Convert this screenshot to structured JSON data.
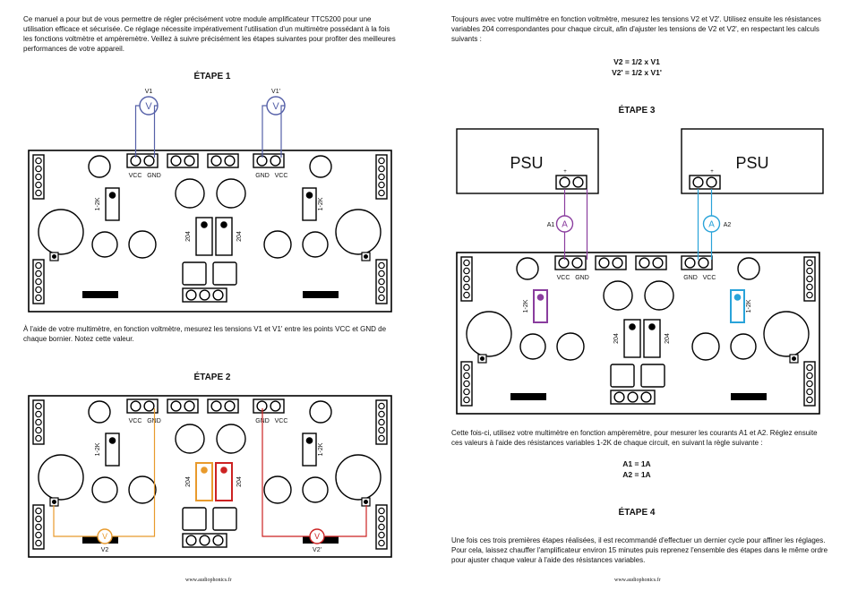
{
  "left": {
    "intro": "Ce manuel a pour but de vous permettre de régler précisément votre module amplificateur TTC5200 pour une utilisation efficace et sécurisée. Ce réglage nécessite impérativement l'utilisation d'un multimètre possédant à la fois les fonctions voltmètre et ampèremètre. Veillez à suivre précisément les étapes suivantes pour profiter des meilleures performances de votre appareil.",
    "step1_title": "ÉTAPE 1",
    "step1_text": "À l'aide de votre multimètre, en fonction voltmètre, mesurez les tensions V1 et V1' entre les points VCC et GND de chaque bornier. Notez cette valeur.",
    "step2_title": "ÉTAPE 2",
    "footer": "www.audiophonics.fr"
  },
  "right": {
    "intro": "Toujours avec votre multimètre en fonction voltmètre, mesurez les tensions V2 et V2'. Utilisez ensuite les résistances variables 204 correspondantes pour chaque circuit, afin d'ajuster les tensions de V2 et V2', en respectant les calculs suivants :",
    "formula1": "V2 = 1/2 x V1",
    "formula2": "V2' = 1/2 x V1'",
    "step3_title": "ÉTAPE 3",
    "step3_text": "Cette fois-ci, utilisez votre multimètre en fonction ampèremètre, pour mesurer les courants A1 et A2. Réglez ensuite ces valeurs à l'aide des résistances variables 1-2K de chaque circuit, en suivant la règle suivante :",
    "rule1": "A1 = 1A",
    "rule2": "A2 = 1A",
    "step4_title": "ÉTAPE 4",
    "step4_text": "Une fois ces trois premières étapes réalisées, il est recommandé d'effectuer un dernier cycle pour affiner les réglages. Pour cela, laissez chauffer l'amplificateur environ 15 minutes puis reprenez l'ensemble des étapes dans le même ordre pour ajuster chaque valeur à l'aide des résistances variables.",
    "footer": "www.audiophonics.fr"
  },
  "labels": {
    "vcc": "VCC",
    "gnd": "GND",
    "r12k": "1-2K",
    "r204": "204",
    "v": "V",
    "a": "A",
    "v1": "V1",
    "v1p": "V1'",
    "v2": "V2",
    "v2p": "V2'",
    "a1": "A1",
    "a2": "A2",
    "psu": "PSU",
    "plus": "+"
  },
  "colors": {
    "v2": "#e89a2c",
    "v2p": "#cc2222",
    "a1": "#8a3d9e",
    "a2": "#29a3d9",
    "probe": "#5560a8"
  }
}
